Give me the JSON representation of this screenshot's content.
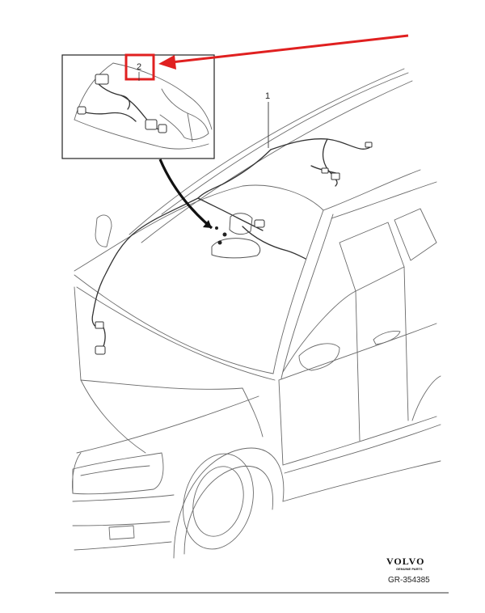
{
  "callouts": {
    "part_1": "1",
    "part_2": "2"
  },
  "brand": {
    "logo_text": "VOLVO",
    "logo_subtext": "GENUINE PARTS"
  },
  "reference_code": "GR-354385",
  "colors": {
    "highlight": "#e02020",
    "line": "#555555",
    "harness": "#333333"
  }
}
